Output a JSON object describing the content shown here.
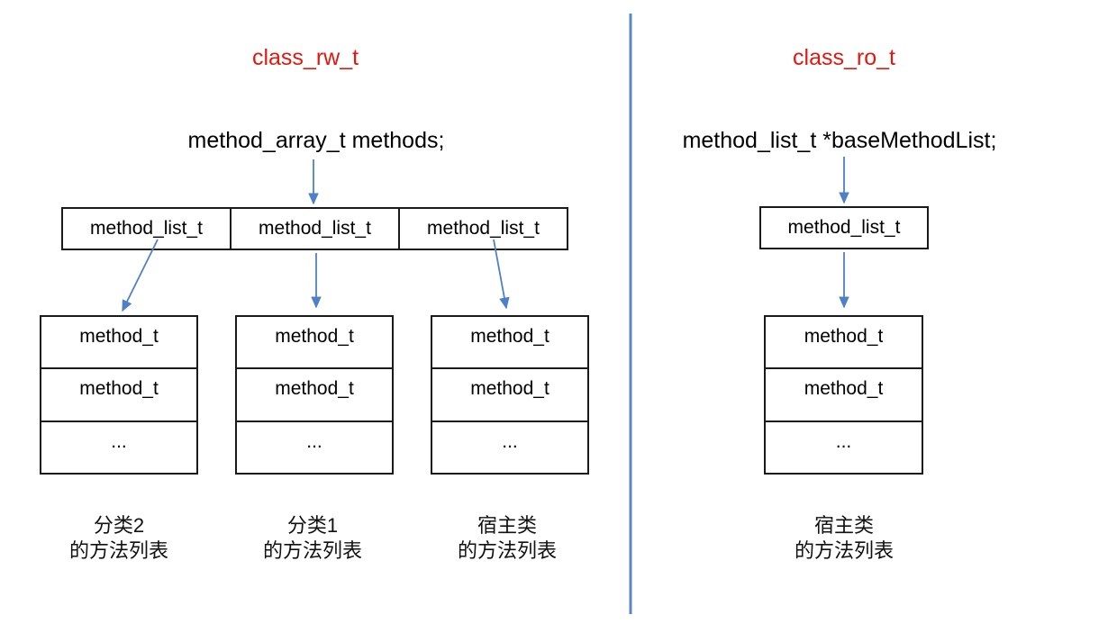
{
  "left": {
    "title": "class_rw_t",
    "declaration": "method_array_t methods;",
    "cells": [
      "method_list_t",
      "method_list_t",
      "method_list_t"
    ],
    "stacks": [
      {
        "rows": [
          "method_t",
          "method_t",
          "..."
        ],
        "caption": [
          "分类2",
          "的方法列表"
        ]
      },
      {
        "rows": [
          "method_t",
          "method_t",
          "..."
        ],
        "caption": [
          "分类1",
          "的方法列表"
        ]
      },
      {
        "rows": [
          "method_t",
          "method_t",
          "..."
        ],
        "caption": [
          "宿主类",
          "的方法列表"
        ]
      }
    ]
  },
  "right": {
    "title": "class_ro_t",
    "declaration": "method_list_t *baseMethodList;",
    "box": "method_list_t",
    "stack": {
      "rows": [
        "method_t",
        "method_t",
        "..."
      ],
      "caption": [
        "宿主类",
        "的方法列表"
      ]
    }
  },
  "colors": {
    "title_red": "#e3170d",
    "arrow_blue": "#4e80c8",
    "divider_blue": "#5b87c8",
    "box_border": "#1a1a1a"
  }
}
